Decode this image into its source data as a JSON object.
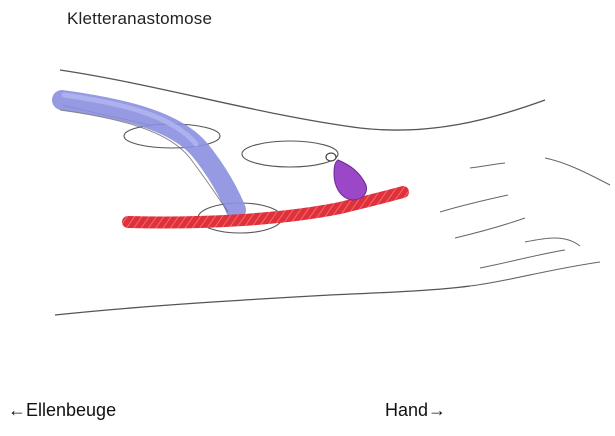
{
  "title": "Kletteranastomose",
  "labels": {
    "proximal": "←Ellenbeuge",
    "distal": "Hand→"
  },
  "colors": {
    "vein": "#8a8fe0",
    "artery": "#e0303a",
    "graft": "#9a48c8",
    "outline": "#555555"
  }
}
